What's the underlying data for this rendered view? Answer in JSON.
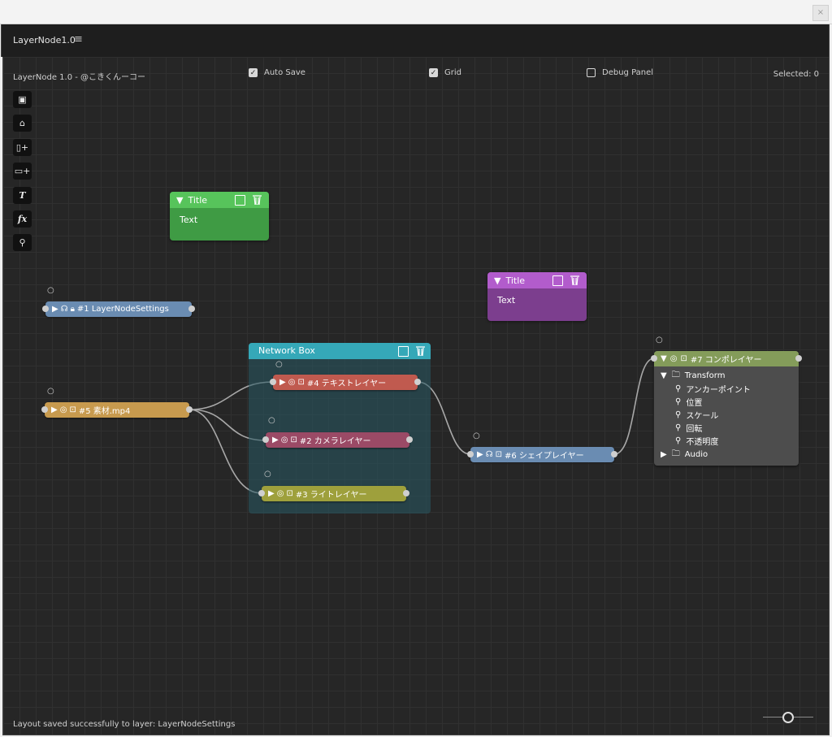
{
  "window": {
    "close_label": "×"
  },
  "panel": {
    "tab_title": "LayerNode1.0",
    "menu_icon": "≡"
  },
  "toolbar": {
    "app_title": "LayerNode 1.0 - @こきくんーコー",
    "auto_save": {
      "label": "Auto Save",
      "checked": true
    },
    "grid": {
      "label": "Grid",
      "checked": true
    },
    "debug_panel": {
      "label": "Debug Panel",
      "checked": false
    },
    "selected_text": "Selected: 0"
  },
  "tools": [
    {
      "name": "frame-tool",
      "glyph": "▣"
    },
    {
      "name": "home-tool",
      "glyph": "⌂"
    },
    {
      "name": "add-layer-tool",
      "glyph": "▯+"
    },
    {
      "name": "add-comp-tool",
      "glyph": "▭+"
    },
    {
      "name": "text-tool",
      "glyph": "T"
    },
    {
      "name": "expression-tool",
      "glyph": "fx"
    },
    {
      "name": "search-tool",
      "glyph": "⚲"
    }
  ],
  "notes": [
    {
      "title": "Title",
      "body": "Text",
      "color": "#3f9b44",
      "head_color": "#57c45b"
    },
    {
      "title": "Title",
      "body": "Text",
      "color": "#7c3e8e",
      "head_color": "#b25ccc"
    }
  ],
  "network_box": {
    "title": "Network Box"
  },
  "nodes": [
    {
      "id": "n1",
      "label": "#1 LayerNodeSettings",
      "color": "#6a8cb2"
    },
    {
      "id": "n5",
      "label": "#5 素材.mp4",
      "color": "#c79a4e"
    },
    {
      "id": "n4",
      "label": "#4 テキストレイヤー",
      "color": "#c05a4f"
    },
    {
      "id": "n2",
      "label": "#2 カメラレイヤー",
      "color": "#9b4a66"
    },
    {
      "id": "n3",
      "label": "#3 ライトレイヤー",
      "color": "#9ea03c"
    },
    {
      "id": "n6",
      "label": "#6 シェイプレイヤー",
      "color": "#6a8cb2"
    }
  ],
  "comp_node": {
    "label": "#7 コンポレイヤー",
    "color": "#849c5a",
    "tree": {
      "transform": "Transform",
      "props": [
        "アンカーポイント",
        "位置",
        "スケール",
        "回転",
        "不透明度"
      ],
      "audio": "Audio"
    }
  },
  "status": {
    "message": "Layout saved successfully to layer: LayerNodeSettings"
  },
  "zoom": {
    "level": 0.5
  }
}
